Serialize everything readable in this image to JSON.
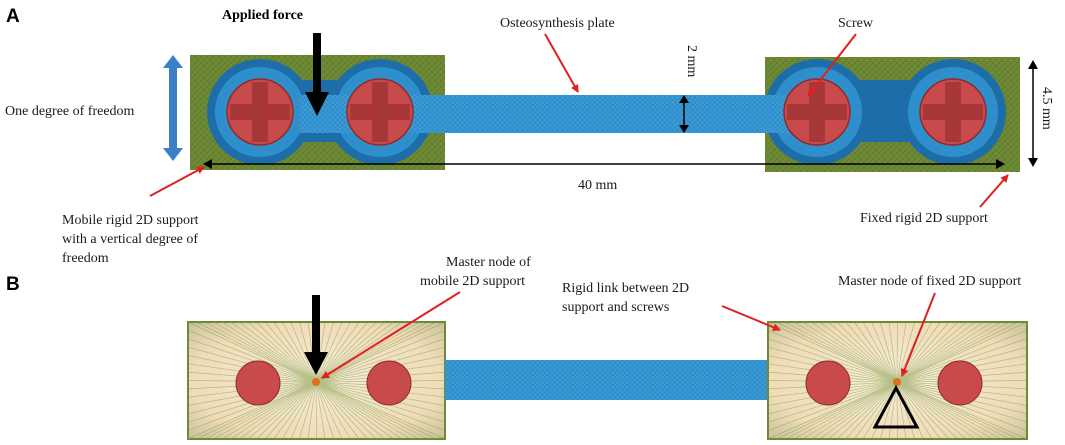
{
  "panels": {
    "a": "A",
    "b": "B"
  },
  "labels": {
    "applied_force": "Applied force",
    "osteo_plate": "Osteosynthesis plate",
    "screw": "Screw",
    "two_mm": "2 mm",
    "four_five_mm": "4.5 mm",
    "forty_mm": "40 mm",
    "one_dof": "One degree of freedom",
    "mobile_support": [
      "Mobile rigid 2D support",
      "with a vertical degree of",
      "freedom"
    ],
    "fixed_support": "Fixed rigid 2D support",
    "master_mobile": [
      "Master node of",
      "mobile 2D support"
    ],
    "rigid_link": [
      "Rigid link between 2D",
      "support and screws"
    ],
    "master_fixed": "Master node of fixed 2D support"
  },
  "colors": {
    "support_green": "#6f8a35",
    "plate_blue": "#2f8fcc",
    "plate_dark": "#1d6ea8",
    "screw_red": "#c84a4a",
    "arrow_red": "#e02020",
    "dof_blue": "#3a7fc8",
    "node_orange": "#e07020",
    "beige": "#f2e3c8"
  }
}
